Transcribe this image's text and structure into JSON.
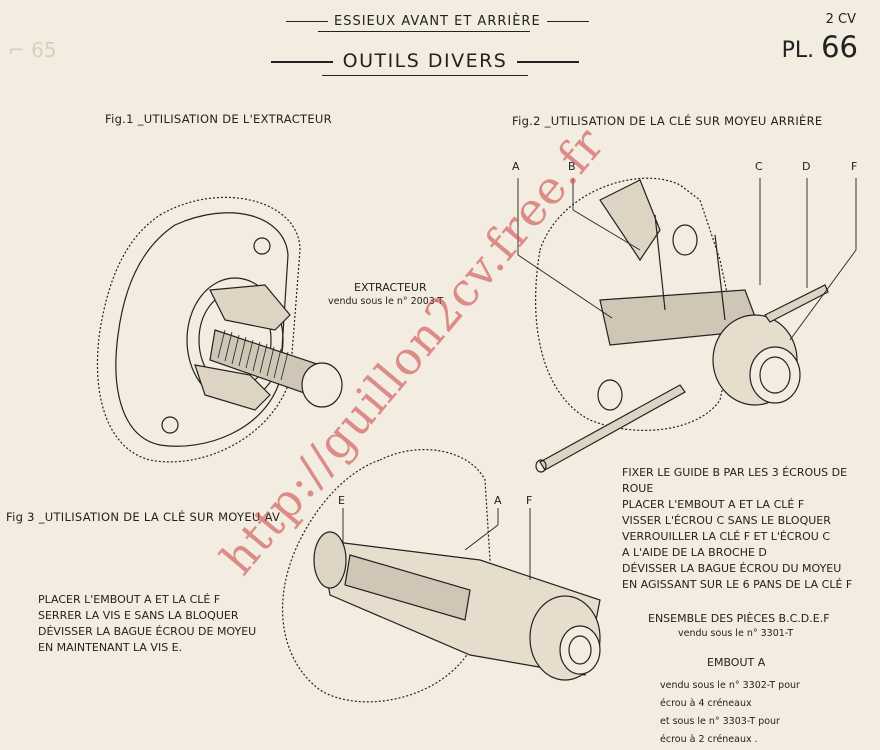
{
  "header": {
    "chapter": "ESSIEUX AVANT ET ARRIÈRE",
    "title": "OUTILS DIVERS",
    "model": "2 CV",
    "plate_prefix": "PL.",
    "plate_number": "66"
  },
  "figures": {
    "fig1": {
      "caption": "Fig.1 _UTILISATION DE L'EXTRACTEUR",
      "tool_name": "EXTRACTEUR",
      "tool_ref": "vendu sous le n° 2003-T"
    },
    "fig2": {
      "caption": "Fig.2 _UTILISATION DE LA CLÉ SUR MOYEU ARRIÈRE",
      "labels": [
        "A",
        "B",
        "C",
        "D",
        "F"
      ],
      "instructions": [
        "FIXER LE GUIDE B PAR LES 3 ÉCROUS DE",
        "ROUE",
        "PLACER L'EMBOUT A ET LA CLÉ F",
        "VISSER L'ÉCROU C SANS LE BLOQUER",
        "VERROUILLER LA CLÉ F ET L'ÉCROU C",
        "A L'AIDE DE LA BROCHE D",
        "DÉVISSER LA BAGUE ÉCROU DU MOYEU",
        "EN AGISSANT SUR LE 6 PANS DE LA CLÉ F"
      ],
      "set_name": "ENSEMBLE DES PIÈCES B.C.D.E.F",
      "set_ref": "vendu sous le n° 3301-T",
      "tip_name": "EMBOUT A",
      "tip_refs": [
        "vendu sous le n° 3302-T pour",
        "écrou à 4 créneaux",
        "et sous le n° 3303-T pour",
        "écrou à 2 créneaux ."
      ]
    },
    "fig3": {
      "caption": "Fig 3 _UTILISATION DE LA CLÉ SUR MOYEU AV",
      "labels": [
        "E",
        "A",
        "F"
      ],
      "instructions": [
        "PLACER L'EMBOUT A ET LA CLÉ F",
        "SERRER LA VIS E SANS LA BLOQUER",
        "DÉVISSER LA BAGUE ÉCROU DE MOYEU",
        "EN MAINTENANT LA VIS E."
      ]
    }
  },
  "watermark": "http://guillon2cv.free.fr",
  "colors": {
    "paper": "#f3ece0",
    "ink": "#222222",
    "watermark": "#cd5050"
  }
}
